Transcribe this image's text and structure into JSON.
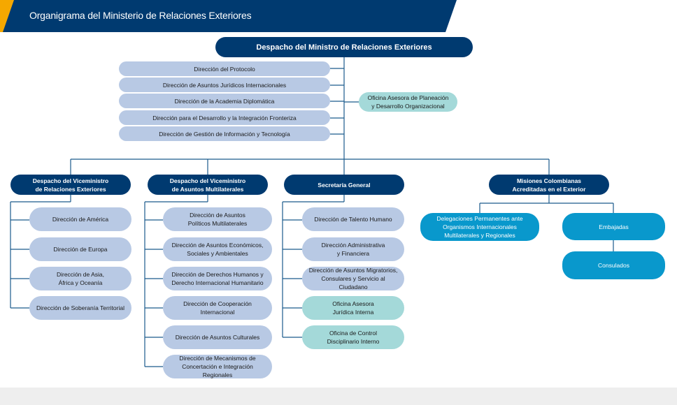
{
  "header": {
    "title": "Organigrama del Ministerio de Relaciones Exteriores"
  },
  "colors": {
    "header_navy": "#003a70",
    "accent_yellow": "#f5a800",
    "node_navy": "#003a70",
    "node_light_blue": "#b8c9e4",
    "node_mint": "#a4d9d9",
    "node_teal": "#0998cc",
    "connector": "#1b5a8c"
  },
  "org": {
    "top": "Despacho del Ministro de Relaciones Exteriores",
    "top_directions": [
      "Dirección del Protocolo",
      "Dirección de Asuntos Jurídicos Internacionales",
      "Dirección de la Academia Diplomática",
      "Dirección para el Desarrollo y la Integración Fronteriza",
      "Dirección de Gestión de Información y Tecnología"
    ],
    "advisory_office": "Oficina Asesora de Planeación\ny Desarrollo Organizacional",
    "branches": [
      {
        "title": "Despacho del Viceministro\nde Relaciones Exteriores",
        "items": [
          "Dirección de América",
          "Dirección de Europa",
          "Dirección de Asia,\nÁfrica y Oceanía",
          "Dirección de Soberanía Territorial"
        ]
      },
      {
        "title": "Despacho del Viceministro\nde Asuntos Multilaterales",
        "items": [
          "Dirección de Asuntos\nPolíticos Multilaterales",
          "Dirección de Asuntos Económicos,\nSociales y Ambientales",
          "Dirección de Derechos Humanos y\nDerecho Internacional Humanitario",
          "Dirección de Cooperación\nInternacional",
          "Dirección de Asuntos Culturales",
          "Dirección de Mecanismos de\nConcertación e Integración Regionales"
        ]
      },
      {
        "title": "Secretaría General",
        "items": [
          "Dirección de Talento Humano",
          "Dirección Administrativa\ny Financiera",
          "Dirección de Asuntos Migratorios,\nConsulares y Servicio al Ciudadano",
          "Oficina Asesora\nJurídica Interna",
          "Oficina de Control\nDisciplinario Interno"
        ]
      },
      {
        "title": "Misiones Colombianas\nAcreditadas en el Exterior",
        "items": [
          "Delegaciones Permanentes ante\nOrganismos Internacionales\nMultilaterales y Regionales",
          "Embajadas",
          "Consulados"
        ]
      }
    ]
  }
}
